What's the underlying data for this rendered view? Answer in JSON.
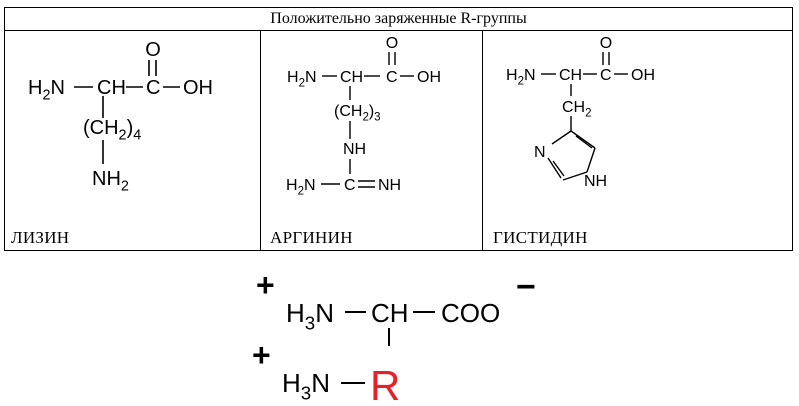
{
  "table": {
    "header": "Положительно заряженные R-группы",
    "columns": [
      {
        "name": "ЛИЗИН",
        "structure": {
          "carbonyl_o": "O",
          "amine": "H2N",
          "alpha": "CH",
          "carboxyl_c": "C",
          "hydroxyl": "OH",
          "chain": "(CH2)4",
          "terminal": "NH2"
        }
      },
      {
        "name": "АРГИНИН",
        "structure": {
          "carbonyl_o": "O",
          "amine": "H2N",
          "alpha": "CH",
          "carboxyl_c": "C",
          "hydroxyl": "OH",
          "chain": "(CH2)3",
          "imino_link": "NH",
          "guanidino_amine": "H2N",
          "guanidino_c": "C",
          "guanidino_imine": "NH"
        }
      },
      {
        "name": "ГИСТИДИН",
        "structure": {
          "carbonyl_o": "O",
          "amine": "H2N",
          "alpha": "CH",
          "carboxyl_c": "C",
          "hydroxyl": "OH",
          "chain": "CH2",
          "ring_n": "N",
          "ring_nh": "NH"
        }
      }
    ]
  },
  "general_formula": {
    "plus_top": "+",
    "ammonium_top": "H3N",
    "alpha": "CH",
    "carboxylate": "COO",
    "minus": "−",
    "plus_bottom": "+",
    "ammonium_bottom": "H3N",
    "r_group": "R",
    "r_color": "#e8202a"
  }
}
